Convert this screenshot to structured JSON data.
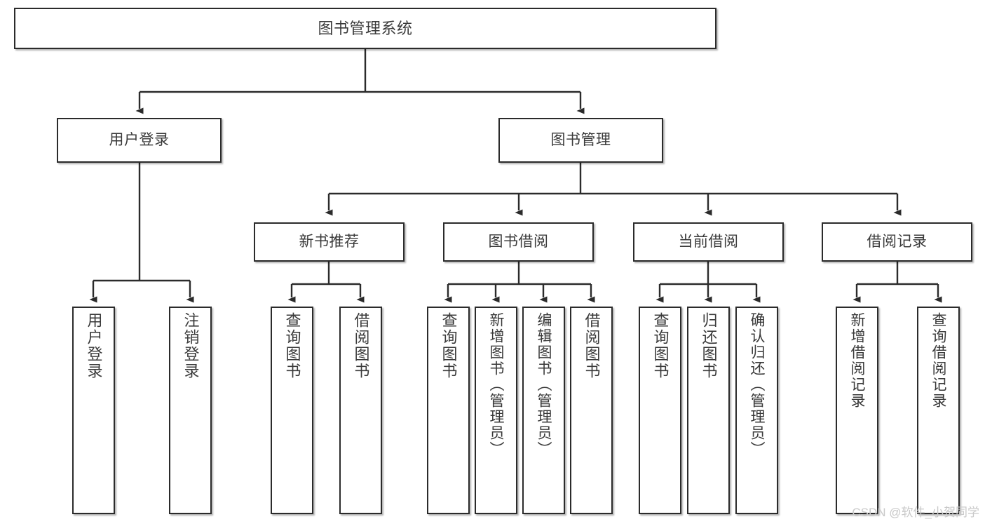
{
  "diagram": {
    "title": "图书管理系统",
    "type": "tree",
    "watermark": "CSDN @软件_小贺同学",
    "colors": {
      "box_border": "#2b2b2b",
      "box_fill": "#ffffff",
      "text": "#3a3a3a",
      "connector": "#2b2b2b",
      "watermark": "#c9c9c9",
      "background": "#ffffff"
    },
    "root": {
      "label": "图书管理系统"
    },
    "level2": [
      {
        "label": "用户登录"
      },
      {
        "label": "图书管理"
      }
    ],
    "level3": [
      {
        "label": "新书推荐"
      },
      {
        "label": "图书借阅"
      },
      {
        "label": "当前借阅"
      },
      {
        "label": "借阅记录"
      }
    ],
    "leaves": {
      "user_login": [
        {
          "label": "用户登录"
        },
        {
          "label": "注销登录"
        }
      ],
      "new_book": [
        {
          "label": "查询图书"
        },
        {
          "label": "借阅图书"
        }
      ],
      "book_borrow": [
        {
          "label": "查询图书"
        },
        {
          "label": "新增图书（管理员）"
        },
        {
          "label": "编辑图书（管理员）"
        },
        {
          "label": "借阅图书"
        }
      ],
      "current_borrow": [
        {
          "label": "查询图书"
        },
        {
          "label": "归还图书"
        },
        {
          "label": "确认归还（管理员）"
        }
      ],
      "borrow_record": [
        {
          "label": "新增借阅记录"
        },
        {
          "label": "查询借阅记录"
        }
      ]
    }
  }
}
